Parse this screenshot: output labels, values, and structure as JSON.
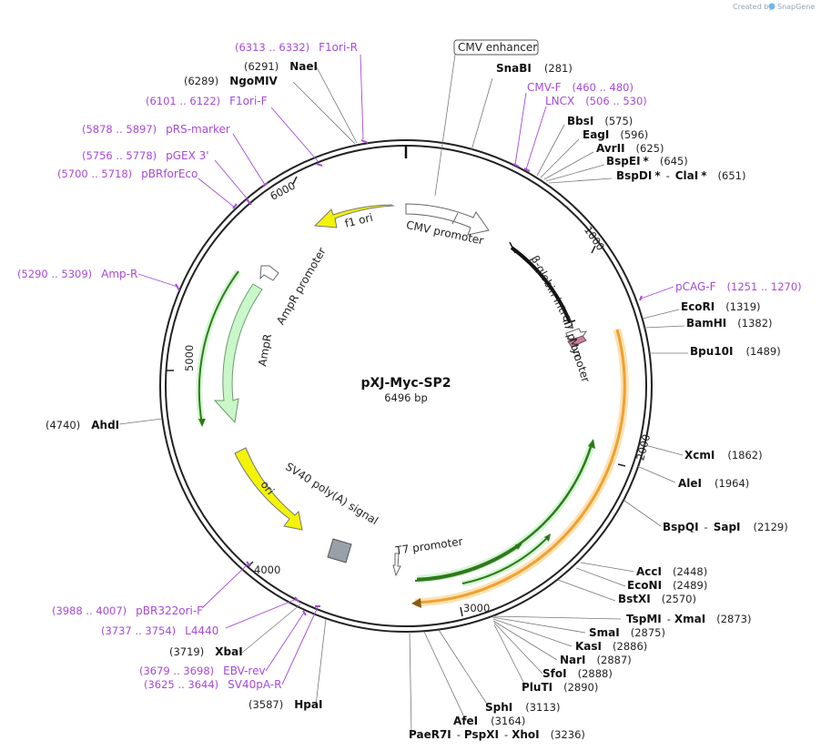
{
  "credit": {
    "text": "Created by",
    "brand": "SnapGene"
  },
  "plasmid": {
    "name": "pXJ-Myc-SP2",
    "size_label": "6496 bp",
    "length": 6496
  },
  "ticks": [
    "1000",
    "2000",
    "3000",
    "4000",
    "5000",
    "6000"
  ],
  "colors": {
    "primer": "#a64ad6",
    "yellow": "#f3f308",
    "green_fill": "#c9f7c9",
    "orange": "#f0a030",
    "grey": "#9aa0a8",
    "pink": "#c8809b"
  },
  "enzymes": [
    {
      "name": "SnaBI",
      "pos": "(281)"
    },
    {
      "name": "BbsI",
      "pos": "(575)"
    },
    {
      "name": "EagI",
      "pos": "(596)"
    },
    {
      "name": "AvrII",
      "pos": "(625)"
    },
    {
      "name": "BspEI",
      "star": "*",
      "pos": "(645)"
    },
    {
      "name": "BspDI",
      "star": "*",
      "sep": "-",
      "name2": "ClaI",
      "star2": "*",
      "pos": "(651)"
    },
    {
      "name": "EcoRI",
      "pos": "(1319)"
    },
    {
      "name": "BamHI",
      "pos": "(1382)"
    },
    {
      "name": "Bpu10I",
      "pos": "(1489)"
    },
    {
      "name": "XcmI",
      "pos": "(1862)"
    },
    {
      "name": "AleI",
      "pos": "(1964)"
    },
    {
      "name": "BspQI",
      "sep": "-",
      "name2": "SapI",
      "pos": "(2129)"
    },
    {
      "name": "AccI",
      "pos": "(2448)"
    },
    {
      "name": "EcoNI",
      "pos": "(2489)"
    },
    {
      "name": "BstXI",
      "pos": "(2570)"
    },
    {
      "name": "TspMI",
      "sep": "-",
      "name2": "XmaI",
      "pos": "(2873)"
    },
    {
      "name": "SmaI",
      "pos": "(2875)"
    },
    {
      "name": "KasI",
      "pos": "(2886)"
    },
    {
      "name": "NarI",
      "pos": "(2887)"
    },
    {
      "name": "SfoI",
      "pos": "(2888)"
    },
    {
      "name": "PluTI",
      "pos": "(2890)"
    },
    {
      "name": "SphI",
      "pos": "(3113)"
    },
    {
      "name": "AfeI",
      "pos": "(3164)"
    },
    {
      "name": "PaeR7I",
      "sep": "-",
      "name2": "PspXI",
      "sep2": "-",
      "name3": "XhoI",
      "pos": "(3236)"
    },
    {
      "name": "HpaI",
      "pos": "(3587)"
    },
    {
      "name": "XbaI",
      "pos": "(3719)"
    },
    {
      "name": "AhdI",
      "pos": "(4740)"
    },
    {
      "name": "NgoMIV",
      "pos": "(6289)"
    },
    {
      "name": "NaeI",
      "pos": "(6291)"
    }
  ],
  "primers": [
    {
      "name": "F1ori-R",
      "range": "(6313 .. 6332)"
    },
    {
      "name": "F1ori-F",
      "range": "(6101 .. 6122)"
    },
    {
      "name": "pRS-marker",
      "range": "(5878 .. 5897)"
    },
    {
      "name": "pGEX 3'",
      "range": "(5756 .. 5778)"
    },
    {
      "name": "pBRforEco",
      "range": "(5700 .. 5718)"
    },
    {
      "name": "Amp-R",
      "range": "(5290 .. 5309)"
    },
    {
      "name": "CMV-F",
      "range": "(460 .. 480)"
    },
    {
      "name": "LNCX",
      "range": "(506 .. 530)"
    },
    {
      "name": "pCAG-F",
      "range": "(1251 .. 1270)"
    },
    {
      "name": "pBR322ori-F",
      "range": "(3988 .. 4007)"
    },
    {
      "name": "L4440",
      "range": "(3737 .. 3754)"
    },
    {
      "name": "EBV-rev",
      "range": "(3679 .. 3698)"
    },
    {
      "name": "SV40pA-R",
      "range": "(3625 .. 3644)"
    }
  ],
  "features": {
    "cmv_enhancer": "CMV enhancer",
    "cmv_promoter": "CMV promoter",
    "beta_globin_intron": "β-globin intron",
    "t7_promoter_top": "T7 promoter",
    "myc": "Myc",
    "f1_ori": "f1 ori",
    "ampr_promoter": "AmpR promoter",
    "ampr": "AmpR",
    "ori": "ori",
    "sv40_polya": "SV40 poly(A) signal",
    "t7_promoter_bottom": "T7 promoter"
  }
}
